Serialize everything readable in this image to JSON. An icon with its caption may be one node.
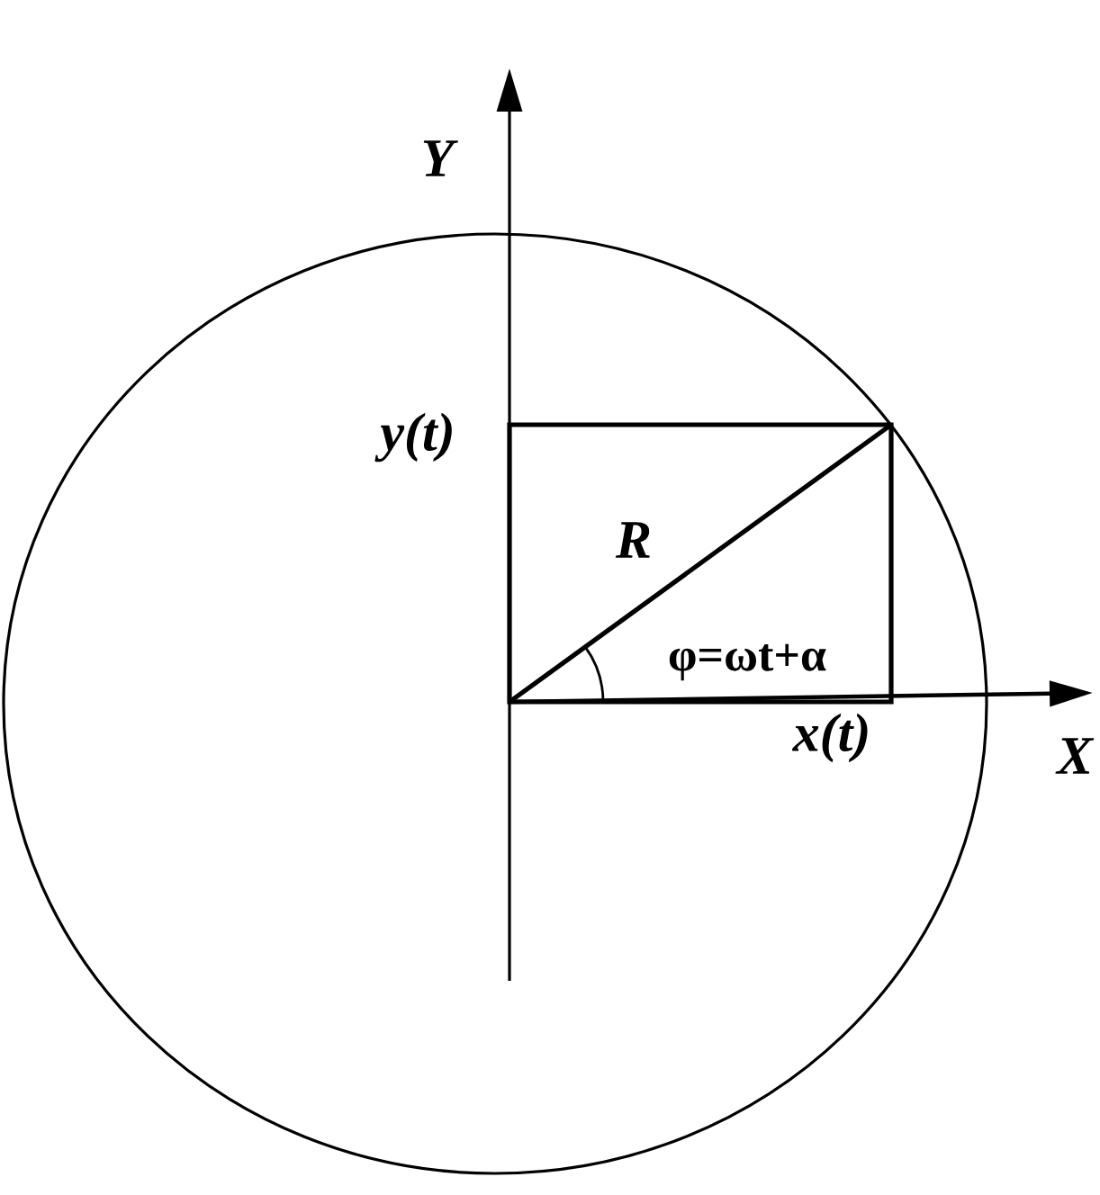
{
  "diagram": {
    "labels": [
      "Y",
      "y(t)",
      "R",
      "φ=ωt+α",
      "x(t)",
      "X"
    ]
  }
}
